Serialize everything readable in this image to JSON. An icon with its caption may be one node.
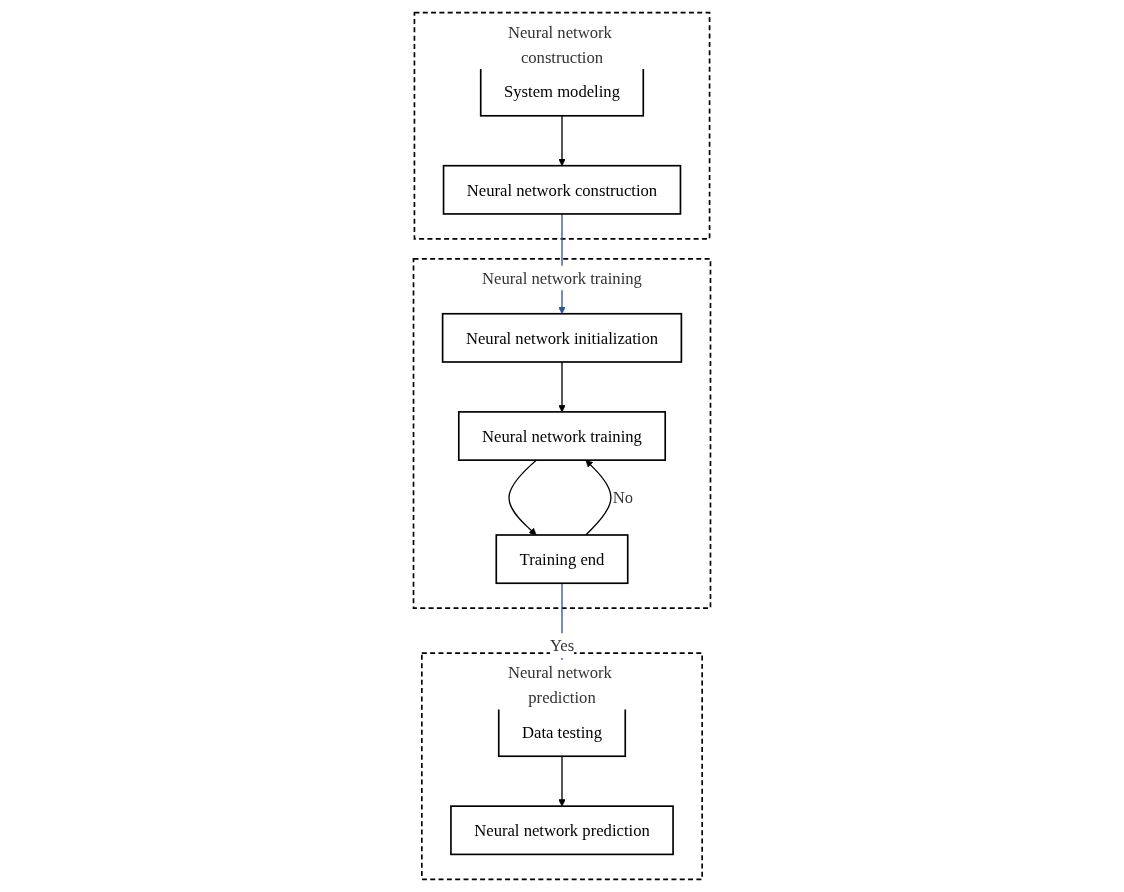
{
  "diagram": {
    "nodes": [
      {
        "text": [
          "Neural network construction"
        ]
      },
      {
        "text": [
          "System modeling"
        ],
        "in": 0
      },
      {
        "text": [
          "Neural network construction"
        ],
        "in": 0
      },
      {
        "text": [
          "Neural network training"
        ]
      },
      {
        "text": [
          "Neural network initialization"
        ],
        "in": 3
      },
      {
        "text": [
          "Neural network training"
        ],
        "in": 3
      },
      {
        "text": [
          "Training end"
        ],
        "in": 3
      },
      {
        "text": [
          "Neural network prediction"
        ]
      },
      {
        "text": [
          "Data testing"
        ],
        "in": 7
      },
      {
        "text": [
          "Neural network prediction"
        ],
        "in": 7
      }
    ],
    "edges": [
      {
        "from": 1,
        "to": 2,
        "arrow": "to"
      },
      {
        "from": 2,
        "to": 4,
        "arrow": "to",
        "color": "#2f5597"
      },
      {
        "from": 4,
        "to": 5,
        "arrow": "to"
      },
      {
        "from": 5,
        "to": 6,
        "arrow": "to"
      },
      {
        "from": 6,
        "to": 5,
        "arrow": "to",
        "label": "No"
      },
      {
        "from": 6,
        "to": 8,
        "arrow": "to",
        "label": "Yes",
        "color": "#2f5597"
      },
      {
        "from": 8,
        "to": 9,
        "arrow": "to"
      }
    ]
  }
}
